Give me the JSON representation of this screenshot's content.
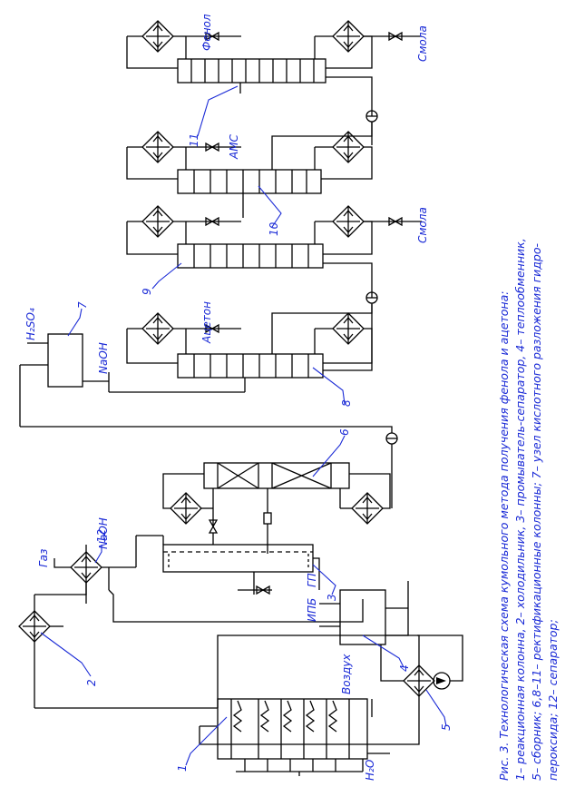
{
  "caption": {
    "line1": "Рис. 3.  Технологическая схема кумольного метода получения фенола и ацетона:",
    "line2": "1– реакционная колонна, 2– холодильник, 3– промыватель-сепаратор, 4– теплообменник,",
    "line3": "5– сборник; 6,8–11– ректификационные колонны; 7– узел кислотного разложения гидро-",
    "line4": "пероксида; 12– сепаратор;"
  },
  "streams": {
    "water": "H₂O",
    "air": "Воздух",
    "gas": "Газ",
    "naoh_top": "NaOH",
    "naoh_mid": "NaOH",
    "h2so4": "H₂SO₄",
    "acetone": "Ацетон",
    "resin_1": "Смола",
    "amc": "АМС",
    "resin_2": "Смола",
    "phenol": "Фенол",
    "ipb": "ИПБ",
    "gp": "ГП"
  },
  "numbers": {
    "n1": "1",
    "n2": "2",
    "n3": "3",
    "n4": "4",
    "n5": "5",
    "n6": "6",
    "n7": "7",
    "n8": "8",
    "n9": "9",
    "n10": "10",
    "n11": "11",
    "n12": "12"
  }
}
